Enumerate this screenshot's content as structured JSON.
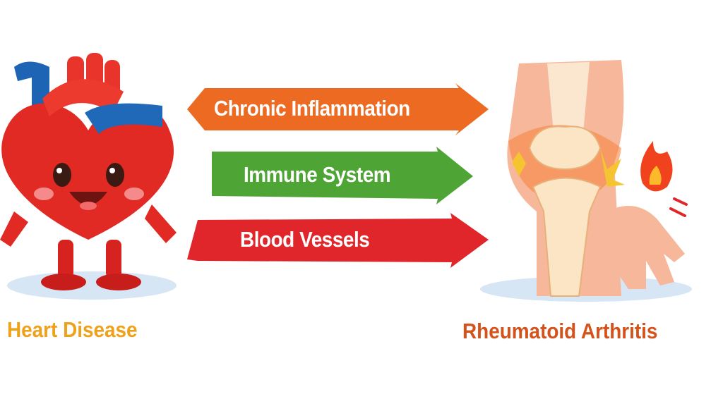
{
  "left": {
    "label": "Heart Disease",
    "color": "#eea21c"
  },
  "right": {
    "label": "Rheumatoid Arthritis",
    "color": "#d4521c"
  },
  "arrows": [
    {
      "label": "Chronic Inflammation",
      "color": "#ec6a22"
    },
    {
      "label": "Immune System",
      "color": "#4ea535"
    },
    {
      "label": "Blood Vessels",
      "color": "#e0262b"
    }
  ]
}
